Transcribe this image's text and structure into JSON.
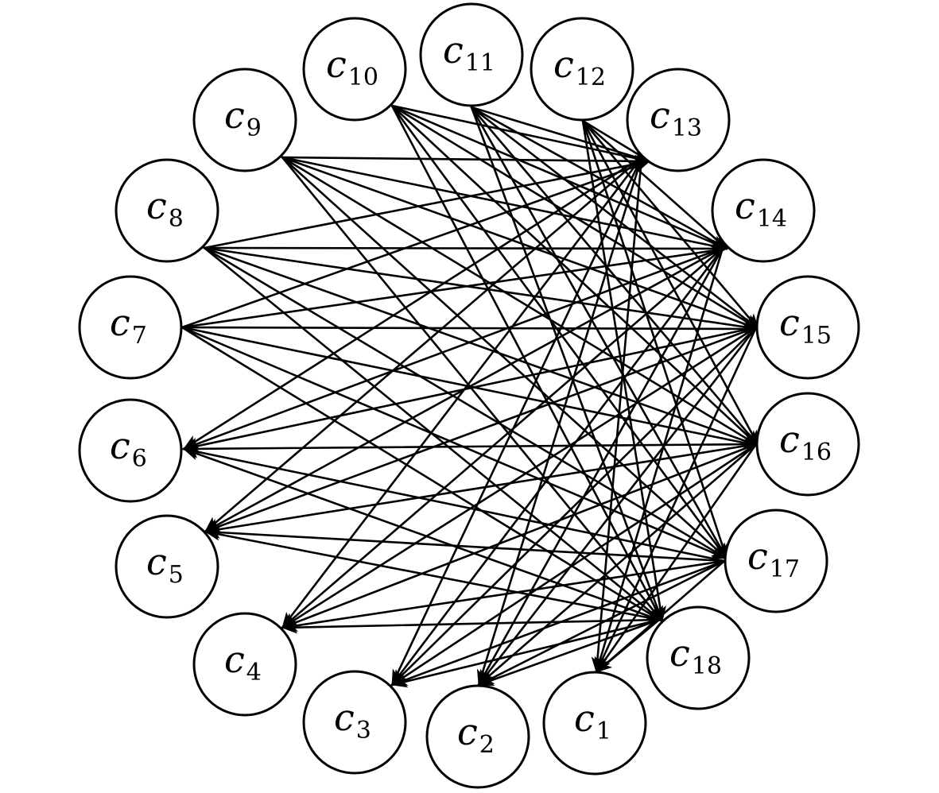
{
  "diagram": {
    "type": "directed-graph",
    "nodes": [
      {
        "id": "c1",
        "letter": "c",
        "index": "1"
      },
      {
        "id": "c2",
        "letter": "c",
        "index": "2"
      },
      {
        "id": "c3",
        "letter": "c",
        "index": "3"
      },
      {
        "id": "c4",
        "letter": "c",
        "index": "4"
      },
      {
        "id": "c5",
        "letter": "c",
        "index": "5"
      },
      {
        "id": "c6",
        "letter": "c",
        "index": "6"
      },
      {
        "id": "c7",
        "letter": "c",
        "index": "7"
      },
      {
        "id": "c8",
        "letter": "c",
        "index": "8"
      },
      {
        "id": "c9",
        "letter": "c",
        "index": "9"
      },
      {
        "id": "c10",
        "letter": "c",
        "index": "10"
      },
      {
        "id": "c11",
        "letter": "c",
        "index": "11"
      },
      {
        "id": "c12",
        "letter": "c",
        "index": "12"
      },
      {
        "id": "c13",
        "letter": "c",
        "index": "13"
      },
      {
        "id": "c14",
        "letter": "c",
        "index": "14"
      },
      {
        "id": "c15",
        "letter": "c",
        "index": "15"
      },
      {
        "id": "c16",
        "letter": "c",
        "index": "16"
      },
      {
        "id": "c17",
        "letter": "c",
        "index": "17"
      },
      {
        "id": "c18",
        "letter": "c",
        "index": "18"
      }
    ],
    "edges": [
      [
        "c10",
        "c13"
      ],
      [
        "c10",
        "c14"
      ],
      [
        "c10",
        "c15"
      ],
      [
        "c10",
        "c16"
      ],
      [
        "c10",
        "c17"
      ],
      [
        "c10",
        "c18"
      ],
      [
        "c11",
        "c13"
      ],
      [
        "c11",
        "c14"
      ],
      [
        "c11",
        "c15"
      ],
      [
        "c11",
        "c16"
      ],
      [
        "c11",
        "c17"
      ],
      [
        "c11",
        "c18"
      ],
      [
        "c12",
        "c13"
      ],
      [
        "c12",
        "c14"
      ],
      [
        "c12",
        "c15"
      ],
      [
        "c12",
        "c16"
      ],
      [
        "c12",
        "c17"
      ],
      [
        "c12",
        "c18"
      ],
      [
        "c9",
        "c13"
      ],
      [
        "c9",
        "c14"
      ],
      [
        "c9",
        "c15"
      ],
      [
        "c9",
        "c16"
      ],
      [
        "c9",
        "c17"
      ],
      [
        "c9",
        "c18"
      ],
      [
        "c8",
        "c13"
      ],
      [
        "c8",
        "c14"
      ],
      [
        "c8",
        "c15"
      ],
      [
        "c8",
        "c16"
      ],
      [
        "c8",
        "c17"
      ],
      [
        "c8",
        "c18"
      ],
      [
        "c7",
        "c13"
      ],
      [
        "c7",
        "c14"
      ],
      [
        "c7",
        "c15"
      ],
      [
        "c7",
        "c16"
      ],
      [
        "c7",
        "c17"
      ],
      [
        "c7",
        "c18"
      ],
      [
        "c13",
        "c1"
      ],
      [
        "c13",
        "c2"
      ],
      [
        "c13",
        "c3"
      ],
      [
        "c13",
        "c4"
      ],
      [
        "c13",
        "c5"
      ],
      [
        "c13",
        "c6"
      ],
      [
        "c14",
        "c1"
      ],
      [
        "c14",
        "c2"
      ],
      [
        "c14",
        "c3"
      ],
      [
        "c14",
        "c4"
      ],
      [
        "c14",
        "c5"
      ],
      [
        "c14",
        "c6"
      ],
      [
        "c15",
        "c1"
      ],
      [
        "c15",
        "c2"
      ],
      [
        "c15",
        "c3"
      ],
      [
        "c15",
        "c4"
      ],
      [
        "c15",
        "c5"
      ],
      [
        "c15",
        "c6"
      ],
      [
        "c16",
        "c1"
      ],
      [
        "c16",
        "c2"
      ],
      [
        "c16",
        "c3"
      ],
      [
        "c16",
        "c4"
      ],
      [
        "c16",
        "c5"
      ],
      [
        "c16",
        "c6"
      ],
      [
        "c17",
        "c1"
      ],
      [
        "c17",
        "c2"
      ],
      [
        "c17",
        "c3"
      ],
      [
        "c17",
        "c4"
      ],
      [
        "c17",
        "c5"
      ],
      [
        "c17",
        "c6"
      ],
      [
        "c18",
        "c1"
      ],
      [
        "c18",
        "c2"
      ],
      [
        "c18",
        "c3"
      ],
      [
        "c18",
        "c4"
      ],
      [
        "c18",
        "c5"
      ],
      [
        "c18",
        "c6"
      ]
    ]
  }
}
